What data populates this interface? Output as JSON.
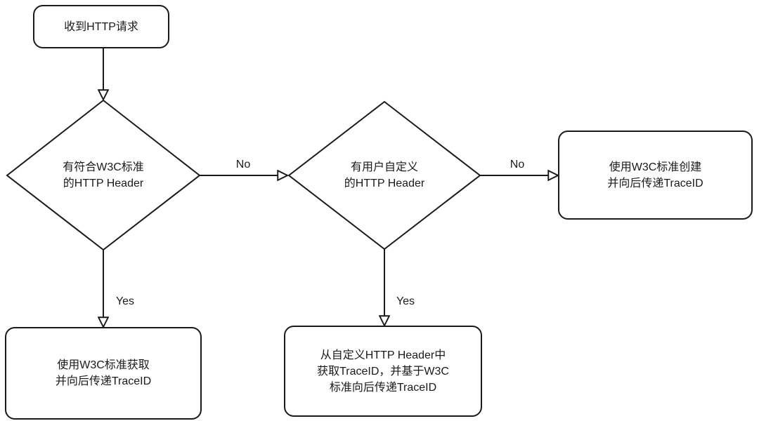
{
  "flowchart": {
    "nodes": {
      "start": {
        "label": "收到HTTP请求"
      },
      "check_w3c_header": {
        "label": "有符合W3C标准\n的HTTP Header"
      },
      "check_custom_header": {
        "label": "有用户自定义\n的HTTP Header"
      },
      "create_traceid_w3c": {
        "label": "使用W3C标准创建\n并向后传递TraceID"
      },
      "get_traceid_w3c": {
        "label": "使用W3C标准获取\n并向后传递TraceID"
      },
      "get_traceid_custom": {
        "label": "从自定义HTTP Header中\n获取TraceID，并基于W3C\n标准向后传递TraceID"
      }
    },
    "edge_labels": {
      "check_w3c_no": "No",
      "check_w3c_yes": "Yes",
      "check_custom_no": "No",
      "check_custom_yes": "Yes"
    },
    "colors": {
      "stroke": "#1a1a1a",
      "background": "#ffffff",
      "text": "#1a1a1a"
    }
  }
}
